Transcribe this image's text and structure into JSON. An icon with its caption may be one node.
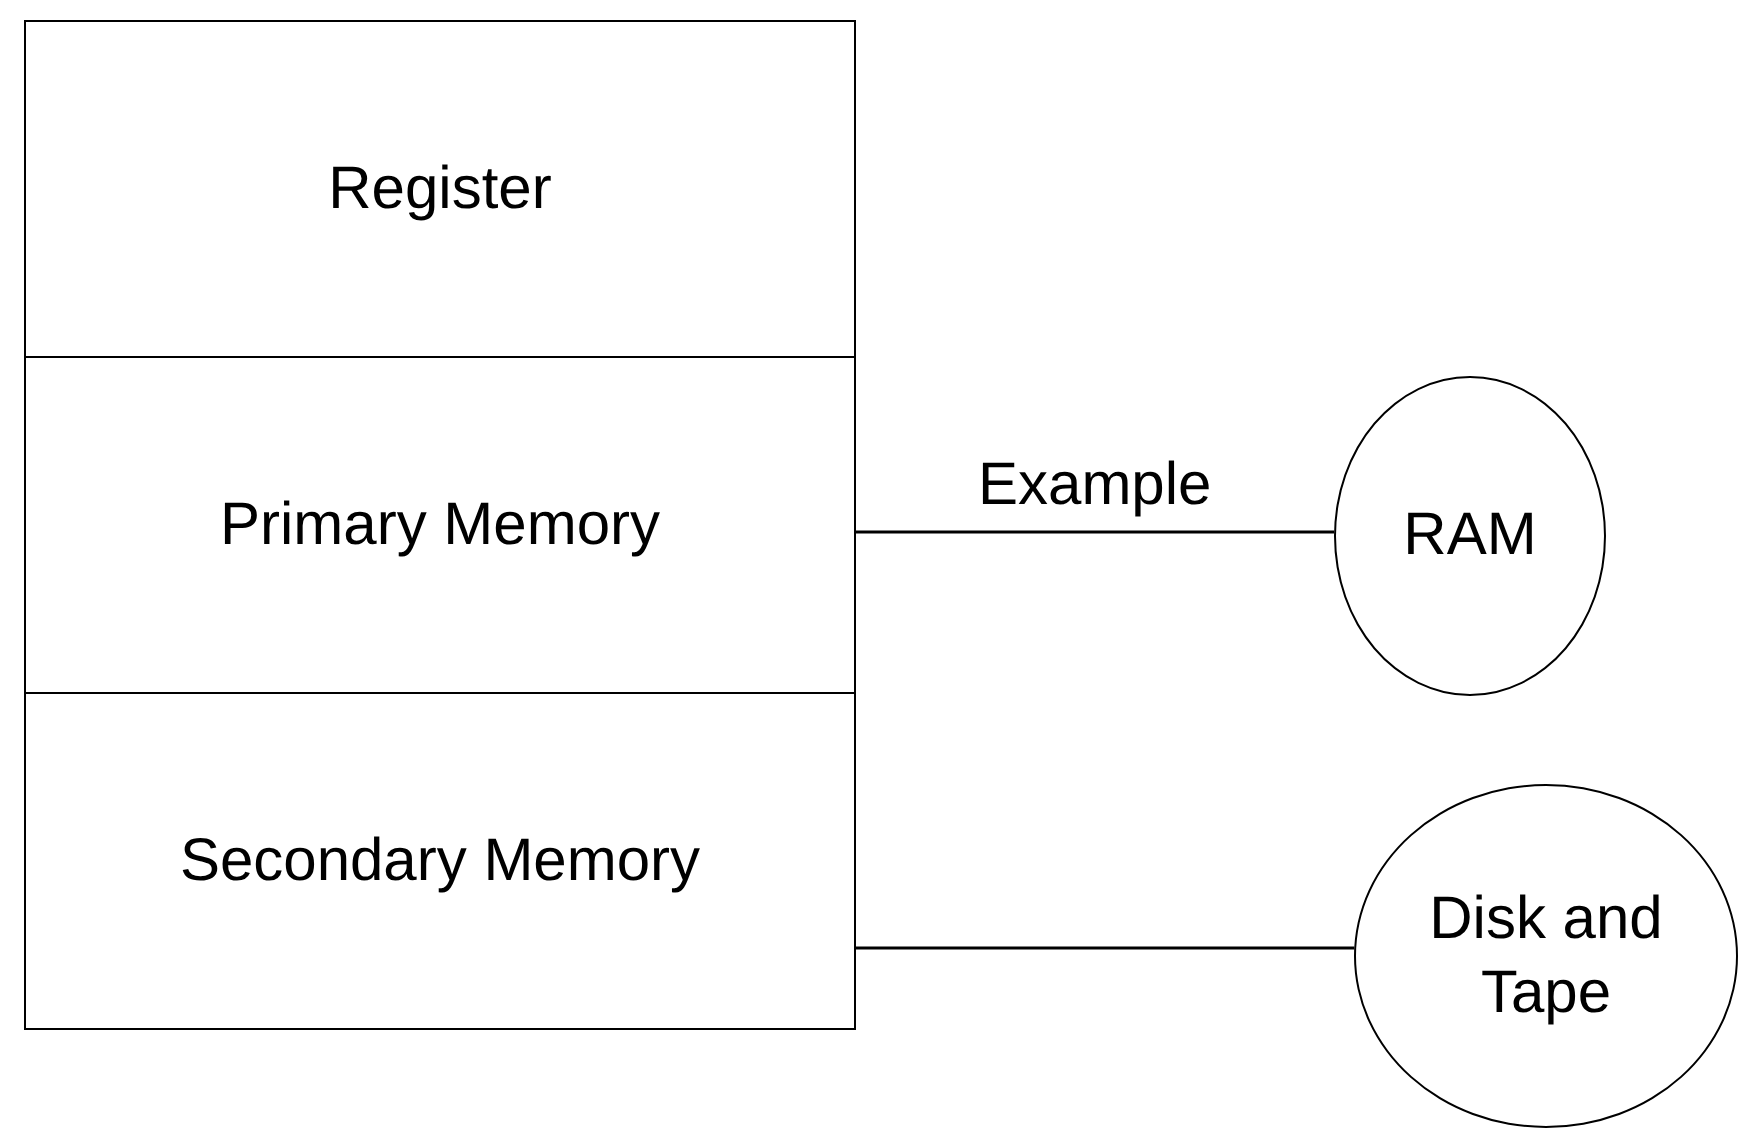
{
  "diagram": {
    "nodes": [
      {
        "text": [
          "Register"
        ]
      },
      {
        "text": [
          "Primary Memory"
        ]
      },
      {
        "text": [
          "Secondary Memory"
        ]
      },
      {
        "text": [
          "RAM"
        ]
      },
      {
        "text": [
          "Disk and Tape"
        ]
      }
    ],
    "edges": [
      {
        "from": 1,
        "to": 3,
        "arrow": "none",
        "label": "Example"
      },
      {
        "from": 2,
        "to": 4,
        "arrow": "none"
      }
    ]
  }
}
